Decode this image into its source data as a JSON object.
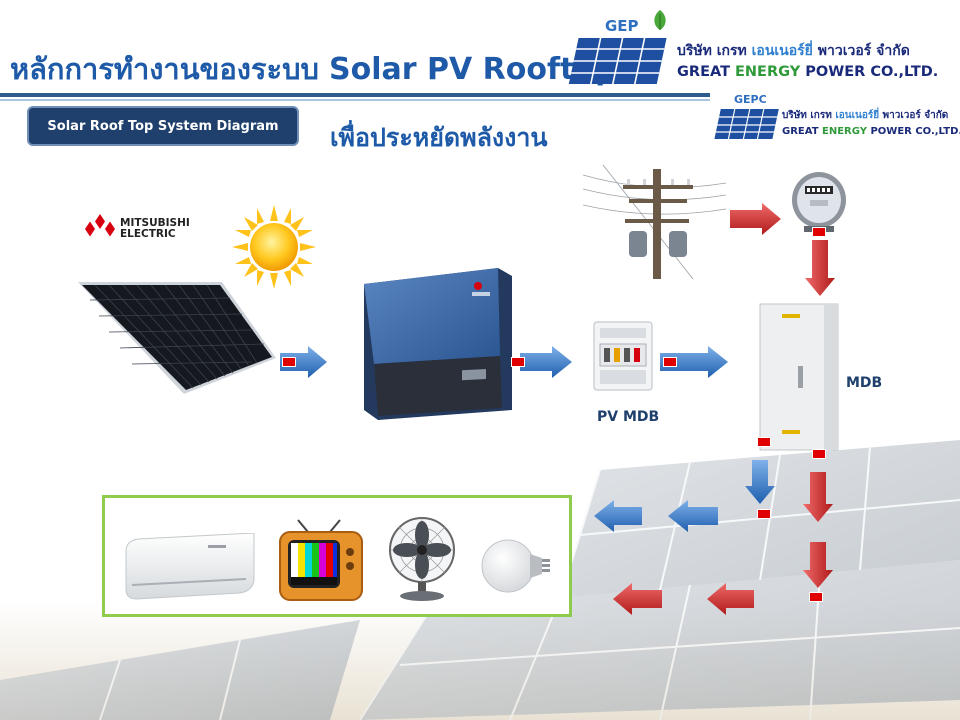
{
  "header": {
    "title_thai": "หลักการทำงานของระบบ",
    "title_en": "Solar PV Rooftop",
    "caption": "Solar Roof Top System Diagram",
    "subtitle": "เพื่อประหยัดพลังงาน"
  },
  "logo_main": {
    "abbr": "GEP",
    "name_th_a": "บริษัท เกรท ",
    "name_th_hl": "เอนเนอร์ยี่",
    "name_th_b": " พาวเวอร์ จำกัด",
    "name_en_a": "GREAT ",
    "name_en_hl": "ENERGY",
    "name_en_b": " POWER CO.,LTD."
  },
  "logo_small": {
    "abbr": "GEPC",
    "name_th_a": "บริษัท เกรท ",
    "name_th_hl": "เอนเนอร์ยี่",
    "name_th_b": " พาวเวอร์ จำกัด",
    "name_en_a": "GREAT ",
    "name_en_hl": "ENERGY",
    "name_en_b": " POWER CO.,LTD."
  },
  "brand": {
    "line1": "MITSUBISHI",
    "line2": "ELECTRIC"
  },
  "labels": {
    "pv_mdb": "PV MDB",
    "mdb": "MDB"
  },
  "colors": {
    "title_blue": "#1e5aa8",
    "caption_bg": "#1f3f6c",
    "arrow_blue": "#2f76c8",
    "arrow_red": "#d83030",
    "marker_red": "#e00000",
    "loads_border": "#8fcb4c"
  },
  "icons": {
    "panel": "solar-panel-icon",
    "sun": "sun-icon",
    "inverter": "inverter-icon",
    "breaker": "breaker-box-icon",
    "pole": "utility-pole-icon",
    "meter": "electric-meter-icon",
    "cabinet": "distribution-cabinet-icon",
    "ac": "air-conditioner-icon",
    "tv": "television-icon",
    "fan": "fan-icon",
    "bulb": "light-bulb-icon"
  }
}
